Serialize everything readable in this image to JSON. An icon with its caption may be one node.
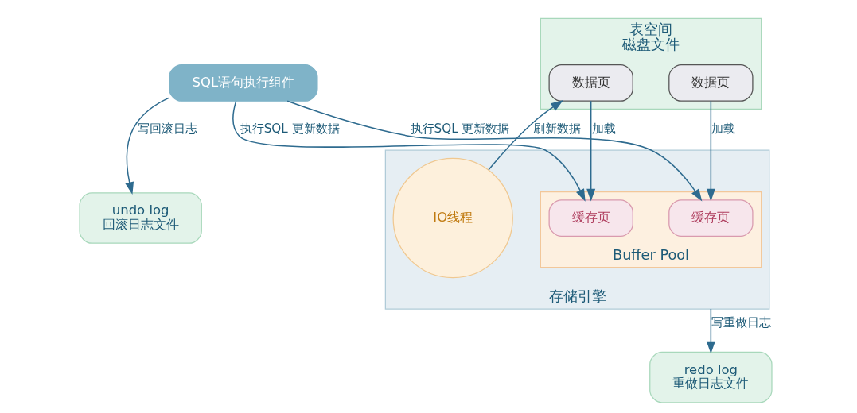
{
  "diagram": {
    "nodes": [
      {
        "text": [
          "SQL语句执行组件"
        ]
      },
      {
        "text": [
          "存储引擎"
        ]
      },
      {
        "text": [
          "Buffer Pool"
        ],
        "in": 1
      },
      {
        "text": [
          "缓存页"
        ],
        "in": 2
      },
      {
        "text": [
          "缓存页"
        ],
        "in": 2
      },
      {
        "text": [
          "IO线程"
        ],
        "in": 1
      },
      {
        "text": [
          "redo log",
          "重做日志文件"
        ]
      },
      {
        "text": [
          "表空间",
          "磁盘文件"
        ]
      },
      {
        "text": [
          "数据页"
        ],
        "in": 7
      },
      {
        "text": [
          "数据页"
        ],
        "in": 7
      },
      {
        "text": [
          "undo log",
          "回滚日志文件"
        ]
      }
    ],
    "edges": [
      {
        "from": 0,
        "to": 3,
        "arrow": "to",
        "label": "执行SQL 更新数据"
      },
      {
        "from": 0,
        "to": 4,
        "arrow": "to",
        "label": "执行SQL 更新数据"
      },
      {
        "from": 1,
        "to": 6,
        "arrow": "to",
        "label": "写重做日志"
      },
      {
        "from": 0,
        "to": 10,
        "arrow": "to",
        "label": "写回滚日志"
      },
      {
        "from": 8,
        "to": 3,
        "arrow": "to",
        "label": "加载"
      },
      {
        "from": 9,
        "to": 4,
        "arrow": "to",
        "label": "加载"
      },
      {
        "from": 5,
        "to": 9,
        "arrow": "to",
        "label": "刷新数据"
      }
    ]
  }
}
